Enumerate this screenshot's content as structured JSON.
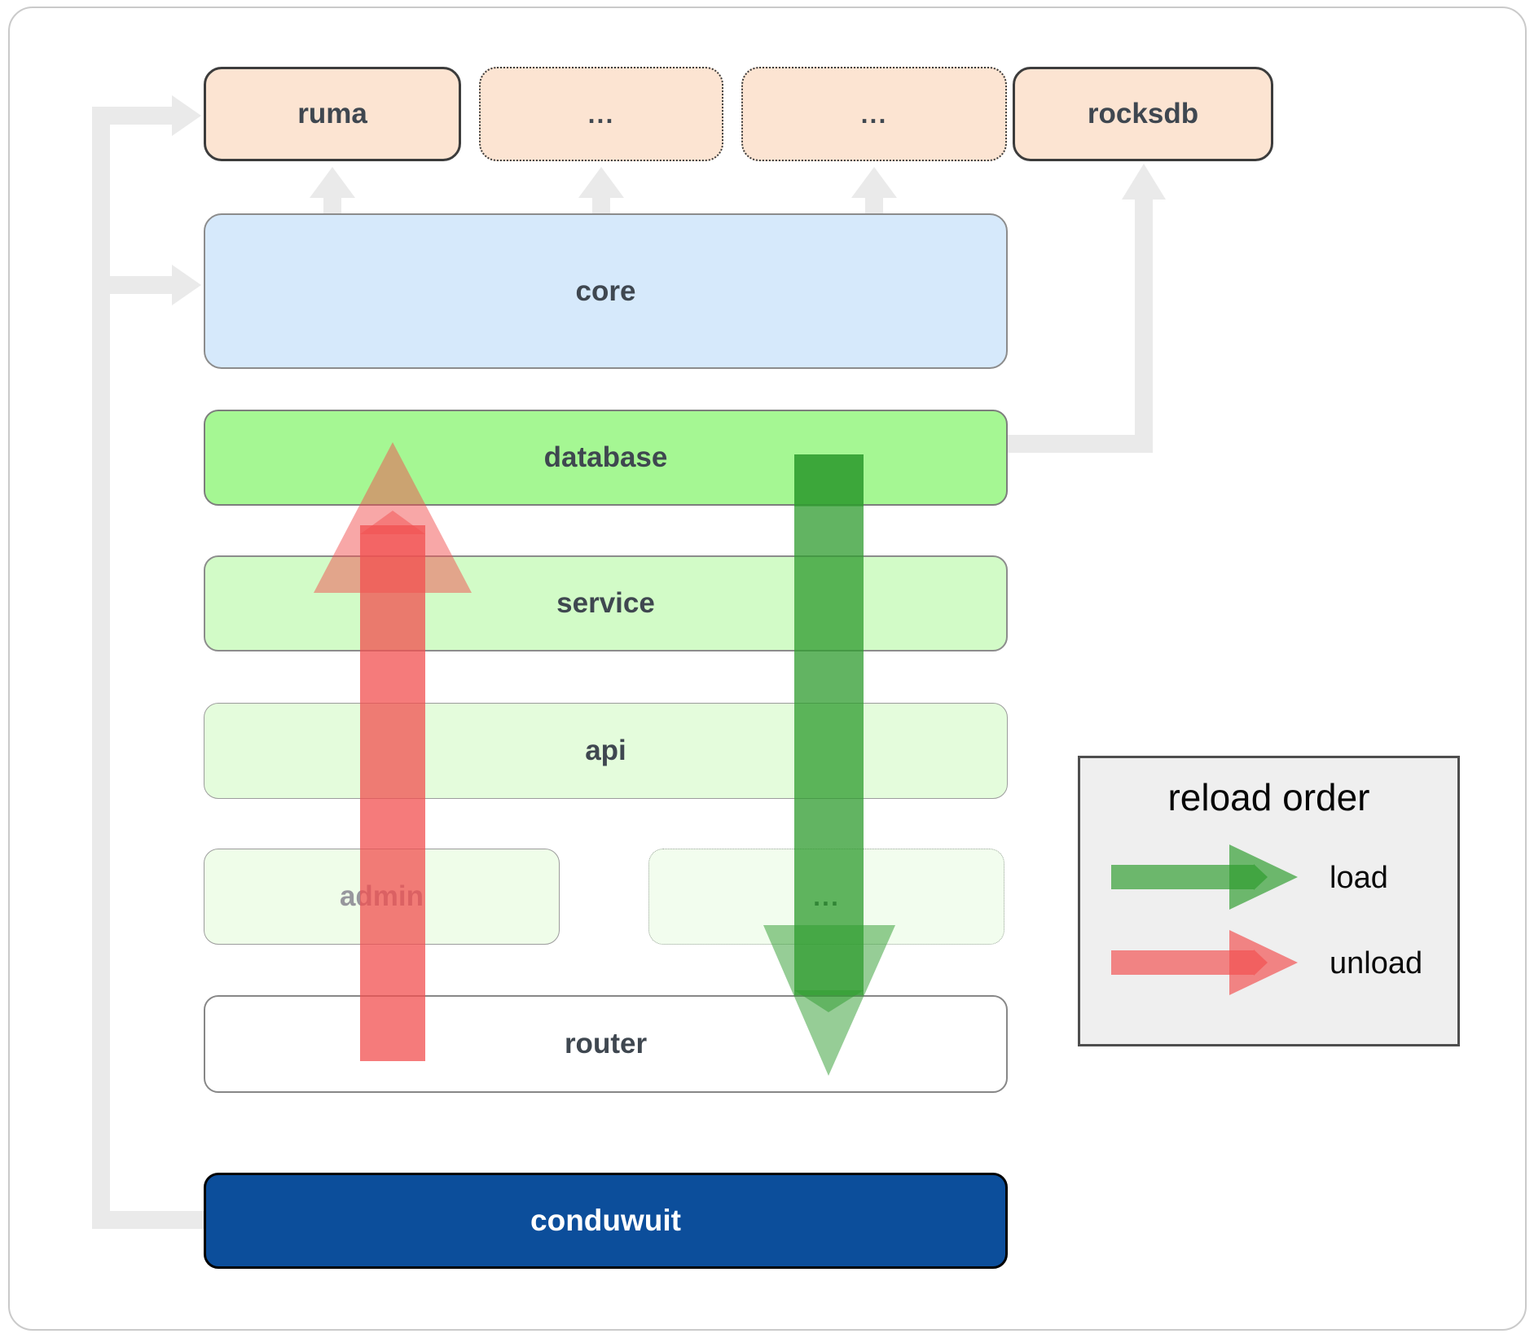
{
  "colors": {
    "load_green": "#2e9c2e",
    "unload_red": "#f15050",
    "connector_gray": "#eaeaea",
    "peach_fill": "#fce4d2",
    "core_blue": "#d6e9fb",
    "database_green": "#a5f793",
    "service_green": "#d2fbc7",
    "api_green": "#e4fcdc",
    "admin_green": "#effde9",
    "conduwuit_blue": "#0c4e9b"
  },
  "nodes": {
    "ruma": "ruma",
    "dots_top_1": "...",
    "dots_top_2": "...",
    "rocksdb": "rocksdb",
    "core": "core",
    "database": "database",
    "service": "service",
    "api": "api",
    "admin": "admin",
    "dots_admin": "...",
    "router": "router",
    "conduwuit": "conduwuit"
  },
  "legend": {
    "title": "reload order",
    "load_label": "load",
    "unload_label": "unload"
  }
}
